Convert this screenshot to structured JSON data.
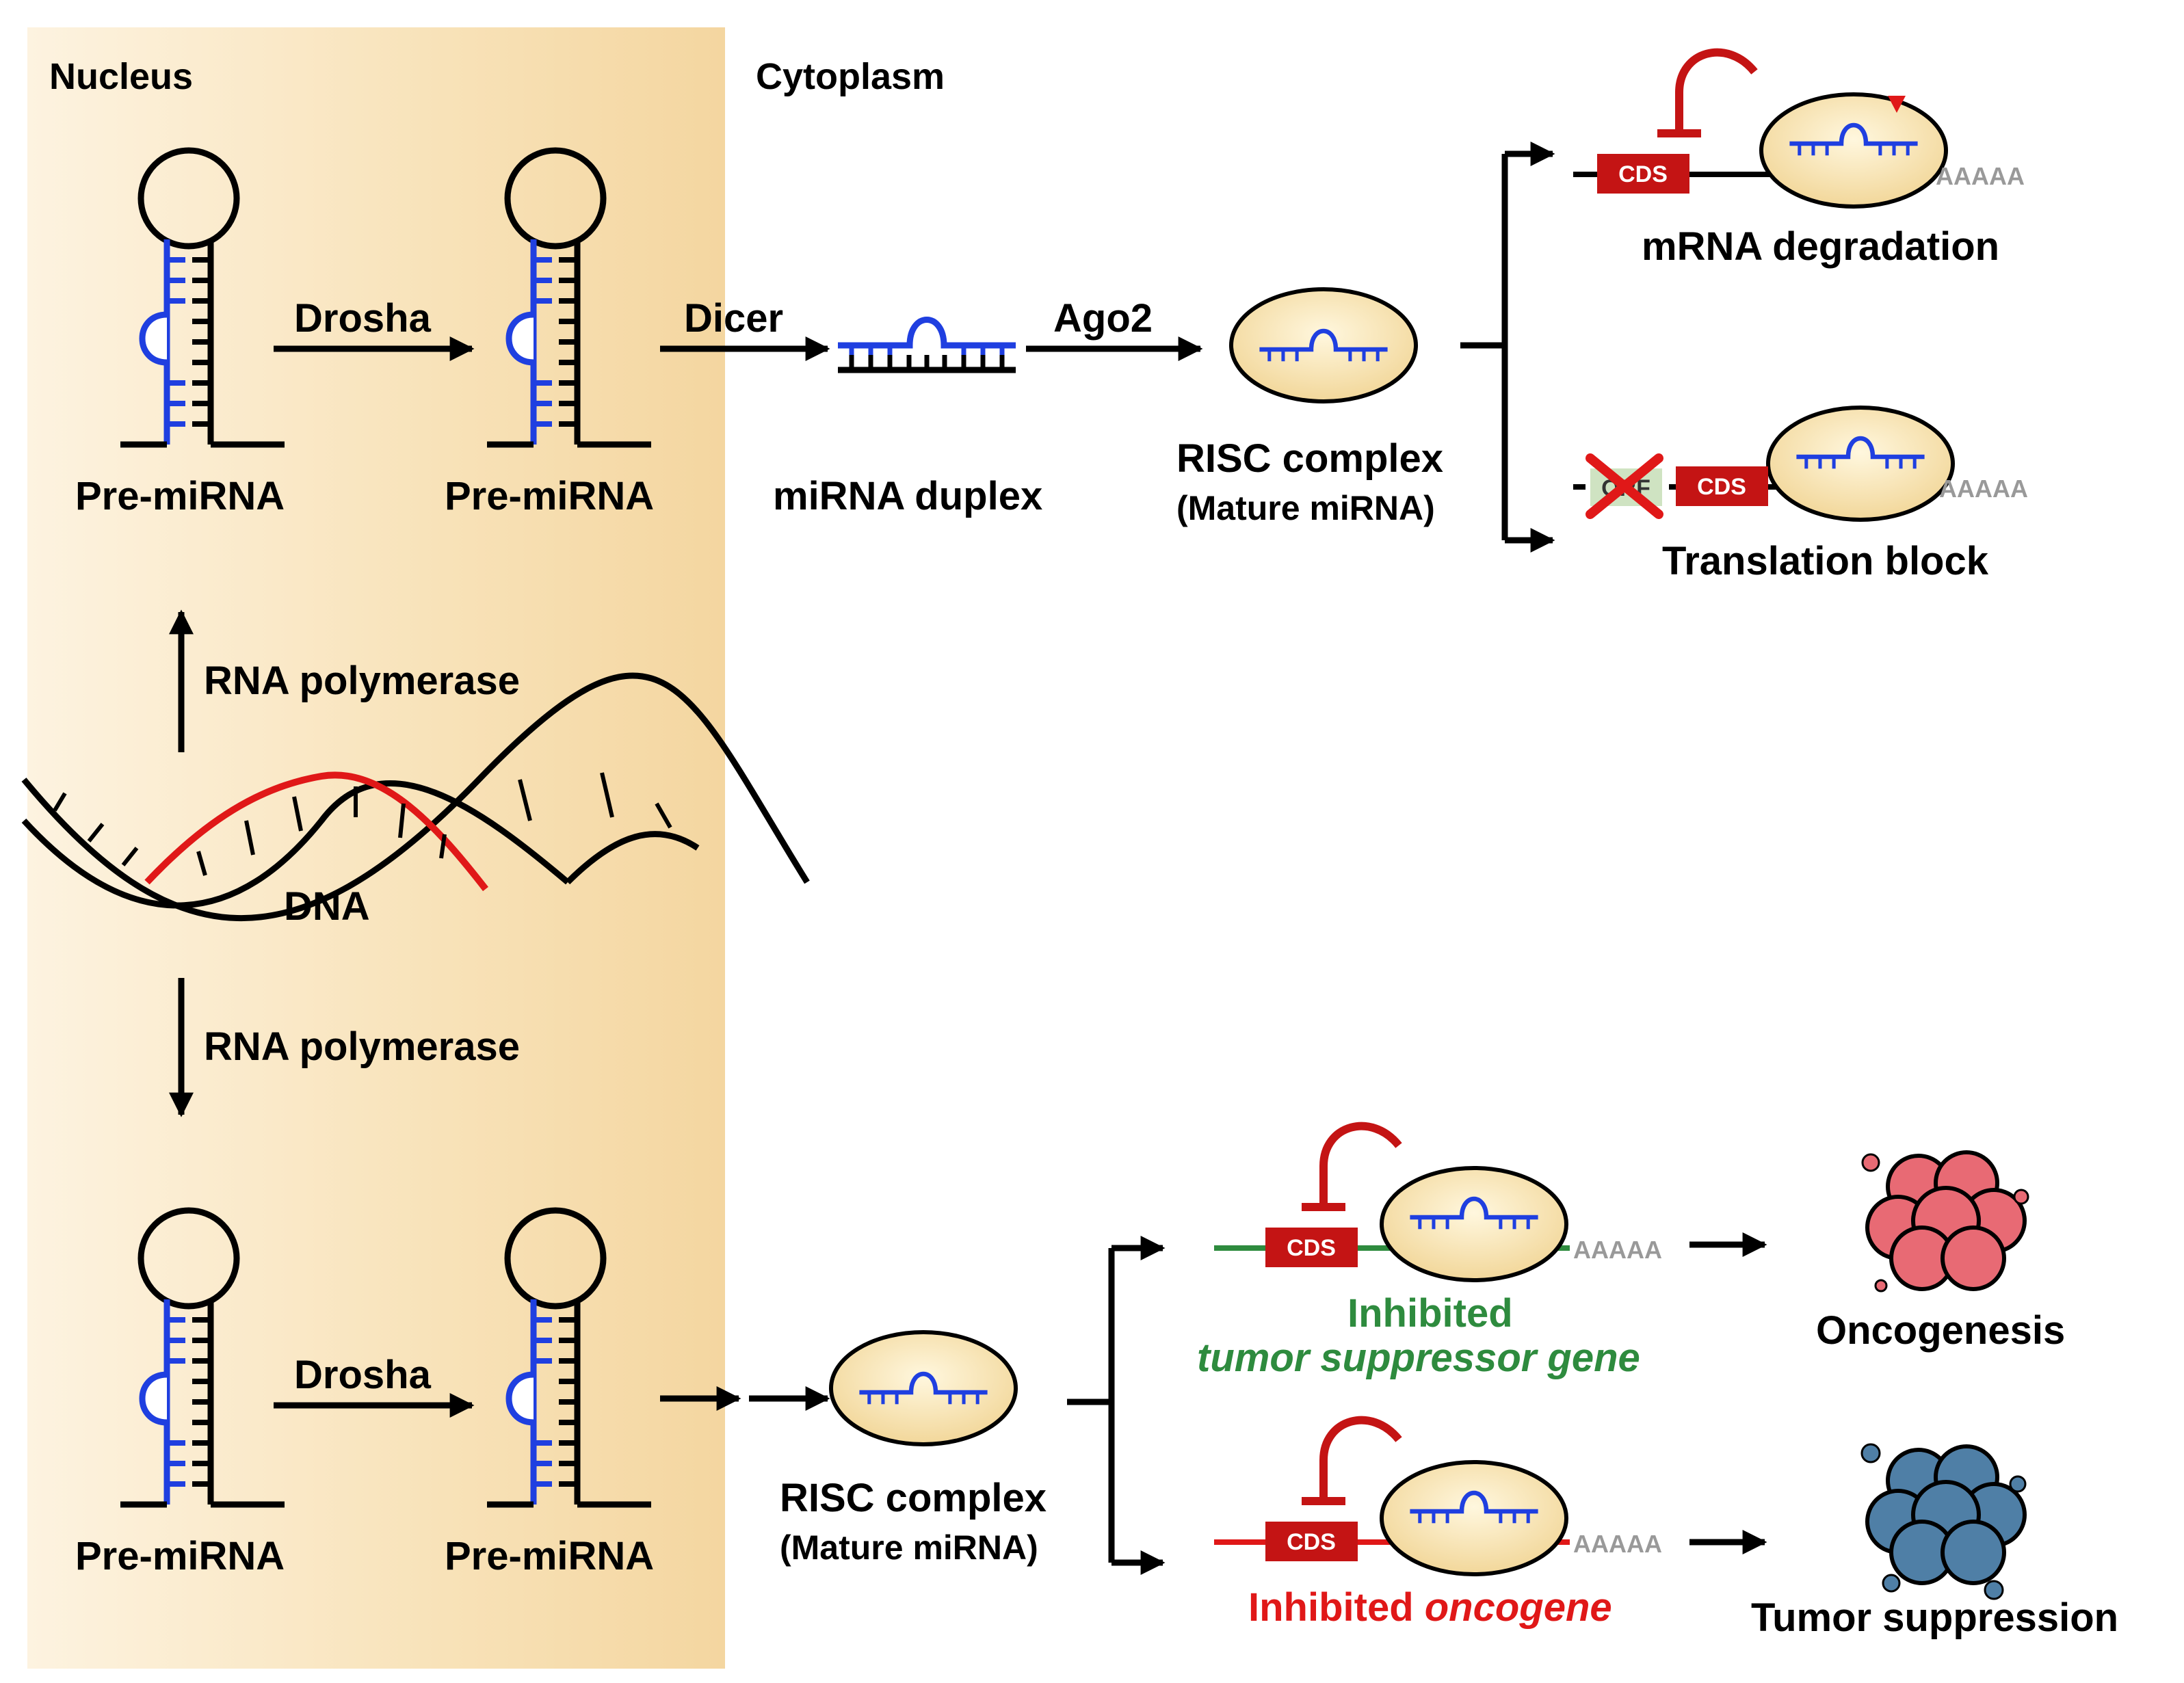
{
  "regions": {
    "nucleus_label": "Nucleus",
    "cytoplasm_label": "Cytoplasm"
  },
  "top_pathway": {
    "pre_mirna_1": "Pre-miRNA",
    "drosha": "Drosha",
    "pre_mirna_2": "Pre-miRNA",
    "dicer": "Dicer",
    "duplex": "miRNA duplex",
    "ago2": "Ago2",
    "risc_title": "RISC complex",
    "risc_sub": "(Mature miRNA)",
    "outcome_degradation": "mRNA degradation",
    "outcome_block": "Translation block",
    "cds": "CDS",
    "polya": "AAAAA",
    "orf": "ORF"
  },
  "center": {
    "rna_pol_up": "RNA polymerase",
    "dna": "DNA",
    "rna_pol_down": "RNA polymerase"
  },
  "bottom_pathway": {
    "pre_mirna_1": "Pre-miRNA",
    "drosha": "Drosha",
    "pre_mirna_2": "Pre-miRNA",
    "risc_title": "RISC complex",
    "risc_sub": "(Mature miRNA)",
    "tsg_line1": "Inhibited",
    "tsg_line2": "tumor suppressor gene",
    "onc_prefix": "Inhibited ",
    "onc_italic": "oncogene",
    "result_onco": "Oncogenesis",
    "result_supp": "Tumor suppression",
    "cds": "CDS",
    "polya": "AAAAA"
  },
  "colors": {
    "nucleus_bg": "#f8e2b8",
    "mirna": "#1f3fe0",
    "cds_box": "#c41414",
    "inhibit": "#c41414",
    "risc_fill": "#f7e2a8",
    "tsg_green": "#2e8b3e",
    "onc_red": "#e01818",
    "onco_cell": "#e86a74",
    "supp_cell": "#4f7fa6"
  }
}
